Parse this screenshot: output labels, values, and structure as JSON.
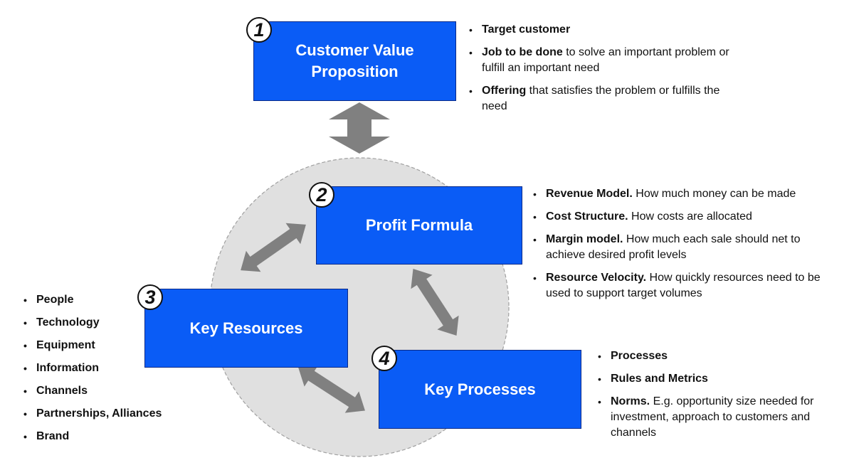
{
  "colors": {
    "box_fill": "#0a5cf6",
    "box_border": "#0a2a88",
    "arrow": "#808080",
    "circle_fill": "#e0e0e0",
    "circle_border": "#a0a0a0"
  },
  "boxes": {
    "cvp": {
      "number": "1",
      "line1": "Customer Value",
      "line2": "Proposition"
    },
    "profit": {
      "number": "2",
      "label": "Profit Formula"
    },
    "resources": {
      "number": "3",
      "label": "Key Resources"
    },
    "processes": {
      "number": "4",
      "label": "Key Processes"
    }
  },
  "cvp_list": [
    {
      "bold": "Target customer",
      "text": ""
    },
    {
      "bold": "Job to be done",
      "text": " to solve an important problem or fulfill an important need"
    },
    {
      "bold": "Offering",
      "text": " that satisfies the problem or fulfills the need"
    }
  ],
  "profit_list": [
    {
      "bold": "Revenue Model.",
      "text": " How much money can be made"
    },
    {
      "bold": "Cost Structure.",
      "text": " How costs are allocated"
    },
    {
      "bold": "Margin model.",
      "text": " How much each sale should net to achieve desired profit levels"
    },
    {
      "bold": "Resource Velocity.",
      "text": " How quickly resources need to be used to support target volumes"
    }
  ],
  "resources_list": [
    "People",
    "Technology",
    "Equipment",
    "Information",
    "Channels",
    "Partnerships, Alliances",
    "Brand"
  ],
  "processes_list": [
    {
      "bold": "Processes",
      "text": ""
    },
    {
      "bold": "Rules and Metrics",
      "text": ""
    },
    {
      "bold": "Norms.",
      "text": " E.g. opportunity size needed for investment, approach to customers and channels"
    }
  ]
}
